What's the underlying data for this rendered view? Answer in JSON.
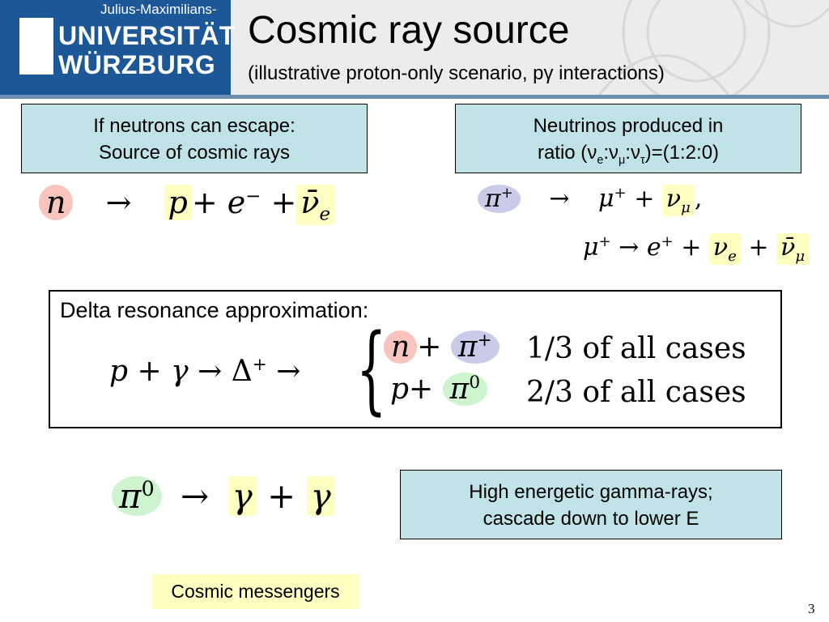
{
  "header": {
    "logo_sub": "Julius-Maximilians-",
    "logo_line1": "UNIVERSITÄT",
    "logo_line2": "WÜRZBURG",
    "title": "Cosmic ray source",
    "subtitle_pre": "(illustrative proton-only scenario, p",
    "subtitle_gamma": "γ",
    "subtitle_post": " interactions)"
  },
  "box_neutrons": {
    "line1": "If neutrons can escape:",
    "line2": "Source of cosmic rays"
  },
  "box_neutrinos": {
    "line1": "Neutrinos produced in",
    "ratio_pre": "ratio (",
    "nu": "ν",
    "sub_e": "e",
    "sub_mu": "μ",
    "sub_tau": "τ",
    "colon": ":",
    "ratio_post": ")=(1:2:0)"
  },
  "eq_neutron_decay": {
    "n": "n",
    "arrow": "→",
    "p": "p",
    "plus": "+",
    "e": "e",
    "e_sup": "−",
    "nu_bar": "ν̄",
    "sub_e": "e"
  },
  "eq_pion_decay": {
    "pi": "π",
    "sup_plus": "+",
    "arrow": "→",
    "mu": "μ",
    "plus": "+",
    "nu": "ν",
    "sub_mu": "μ",
    "comma": ",",
    "e": "e",
    "sub_e": "e",
    "nu_bar": "ν̄"
  },
  "delta": {
    "label": "Delta resonance approximation:",
    "lhs_p": "p",
    "plus": "+",
    "gamma": "γ",
    "arrow": "→",
    "Delta": "Δ",
    "sup_plus": "+",
    "n": "n",
    "pi": "π",
    "sup_zero": "0",
    "case1": "1/3 of all cases",
    "case2": "2/3 of all cases"
  },
  "eq_pi0": {
    "pi": "π",
    "sup_zero": "0",
    "arrow": "→",
    "gamma": "γ",
    "plus": "+"
  },
  "box_gamma": {
    "line1": "High energetic gamma-rays;",
    "line2": "cascade down to lower E"
  },
  "messengers": "Cosmic messengers",
  "page_number": "3",
  "colors": {
    "brand_blue": "#1c5798",
    "box_fill": "#bfe3e7",
    "highlight_yellow": "#ffffc2",
    "highlight_red": "#f8c4bd",
    "highlight_blue": "#c9cbe8",
    "highlight_green": "#cdf3cf"
  }
}
